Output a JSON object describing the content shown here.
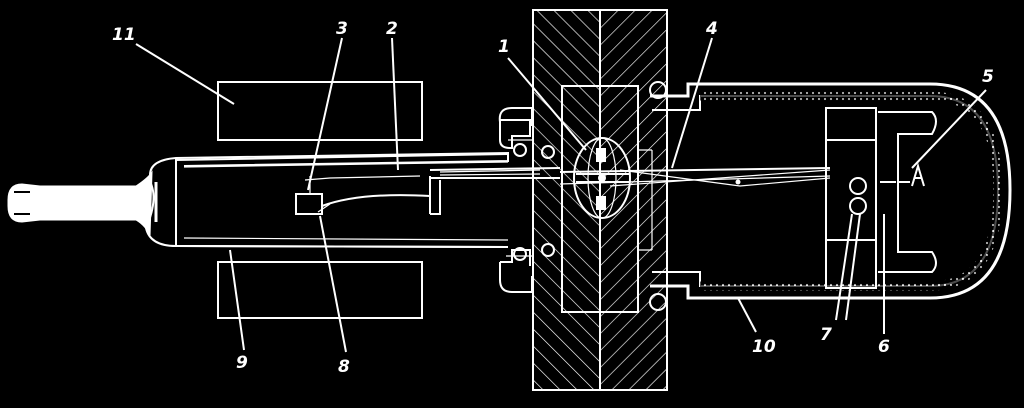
{
  "callouts": [
    {
      "id": "c1",
      "text": "1"
    },
    {
      "id": "c2",
      "text": "2"
    },
    {
      "id": "c3",
      "text": "3"
    },
    {
      "id": "c4",
      "text": "4"
    },
    {
      "id": "c5",
      "text": "5"
    },
    {
      "id": "c6",
      "text": "6"
    },
    {
      "id": "c7",
      "text": "7"
    },
    {
      "id": "c8",
      "text": "8"
    },
    {
      "id": "c9",
      "text": "9"
    },
    {
      "id": "c10",
      "text": "10"
    },
    {
      "id": "c11",
      "text": "11"
    }
  ],
  "colors": {
    "background": "#000000",
    "ink": "#ffffff"
  }
}
